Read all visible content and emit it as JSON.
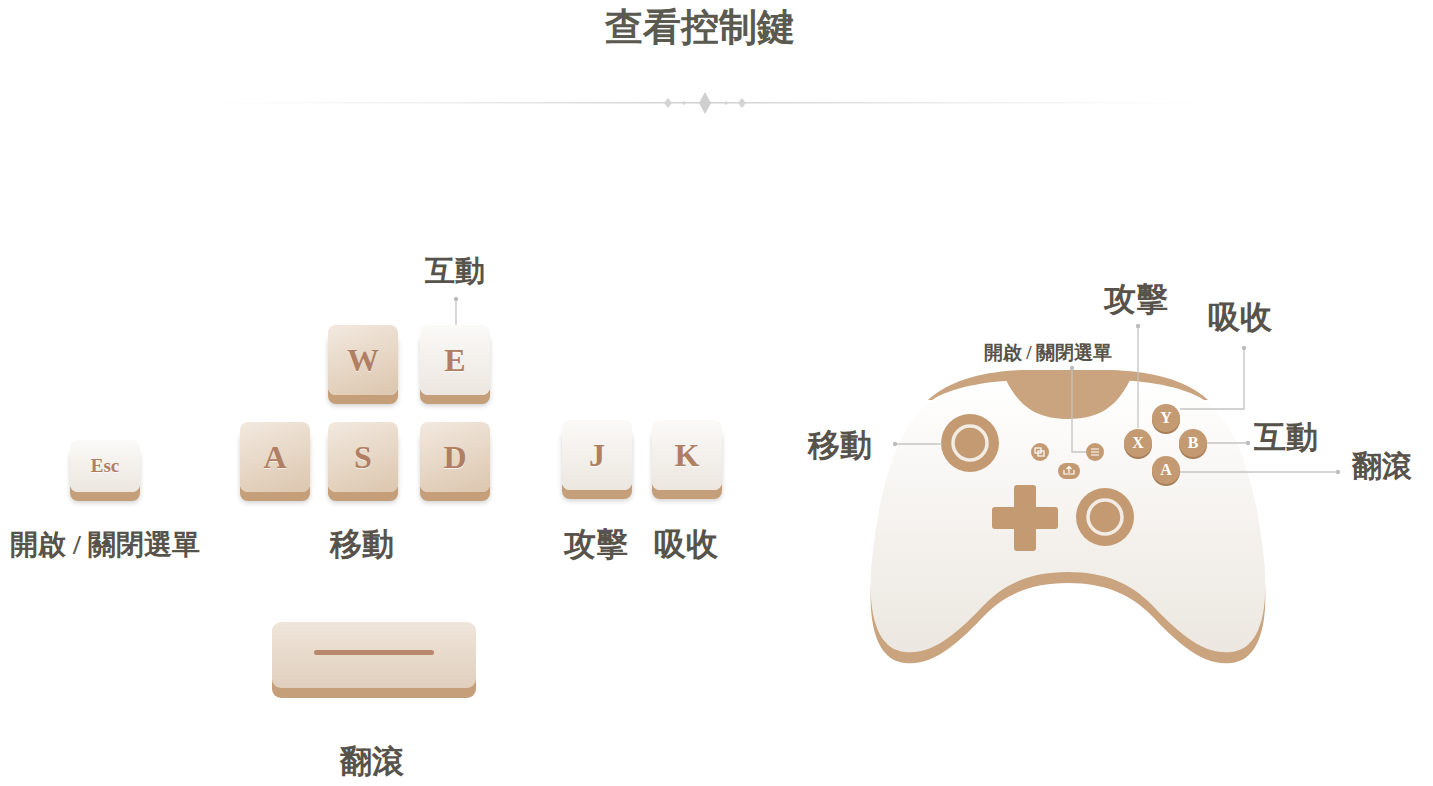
{
  "diagram": {
    "title": "查看控制鍵",
    "nodes": [
      {
        "text": [
          "W"
        ]
      },
      {
        "text": [
          "E"
        ]
      },
      {
        "text": [
          "Esc"
        ]
      },
      {
        "text": [
          "A"
        ]
      },
      {
        "text": [
          "S"
        ]
      },
      {
        "text": [
          "D"
        ]
      },
      {
        "text": [
          "J"
        ]
      },
      {
        "text": [
          "K"
        ]
      },
      {
        "text": [
          "Y"
        ]
      },
      {
        "text": [
          "X"
        ]
      },
      {
        "text": [
          "B"
        ]
      },
      {
        "text": [
          "A"
        ]
      }
    ],
    "labels": [
      "互動",
      "開啟 / 關閉選單",
      "移動",
      "攻擊",
      "吸收",
      "翻滾",
      "攻擊",
      "吸收",
      "開啟 / 關閉選單",
      "移動",
      "互動",
      "翻滾"
    ]
  }
}
